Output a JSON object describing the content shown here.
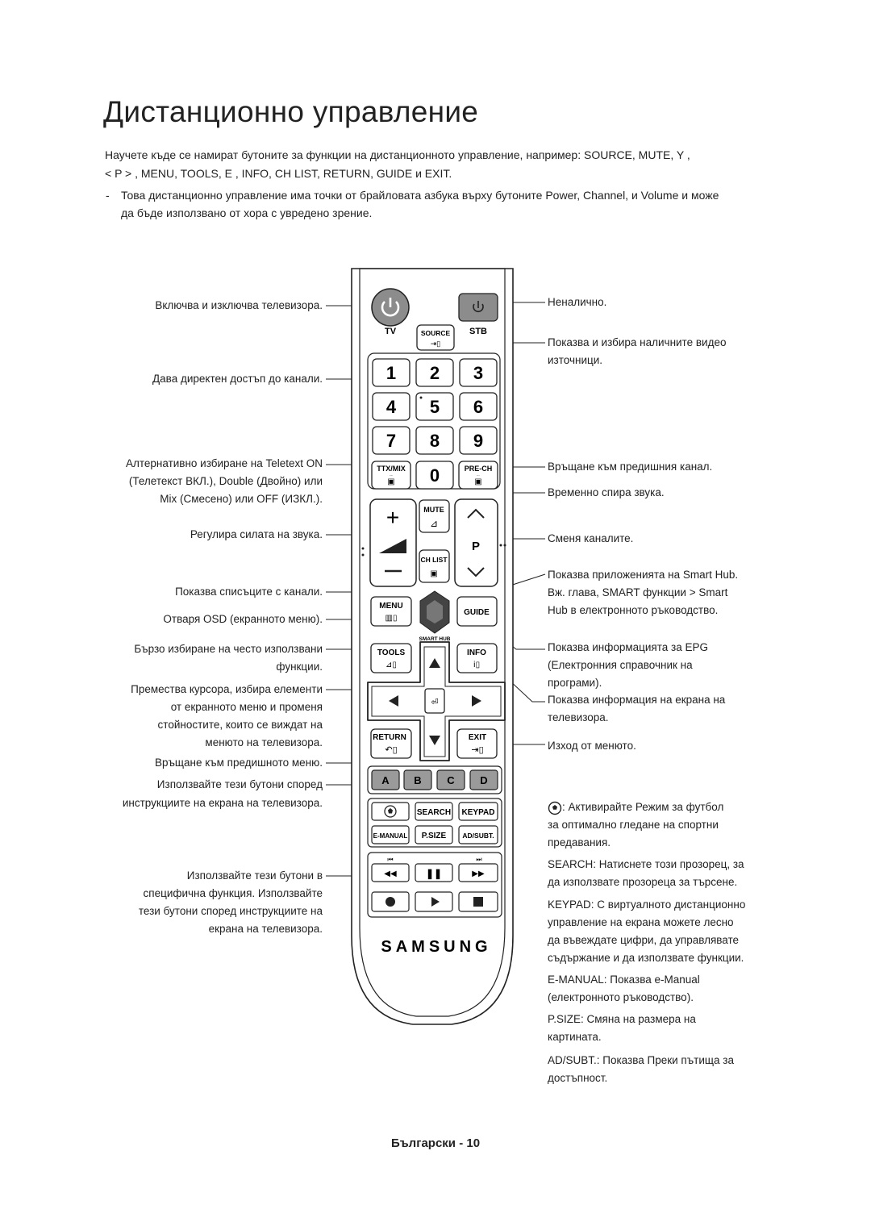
{
  "title": "Дистанционно управление",
  "intro": {
    "line1": "Научете къде се намират бутоните за функции на дистанционното управление, например: SOURCE, MUTE, Y          ,",
    "line2": "<   P  >   , MENU, TOOLS, E    , INFO, CH LIST, RETURN, GUIDE и EXIT."
  },
  "note": {
    "dash": "-",
    "line1": "Това дистанционно управление има точки от брайловата азбука върху бутоните Power, Channel, и Volume и може",
    "line2": "да бъде използвано от хора с увредено зрение."
  },
  "left_labels": {
    "power": "Включва и изключва телевизора.",
    "numbers": "Дава директен достъп до канали.",
    "ttx1": "Алтернативно избиране на Teletext ON",
    "ttx2": "(Телетекст ВКЛ.), Double (Двойно) или",
    "ttx3": "Mix (Смесено) или OFF (ИЗКЛ.).",
    "volume": "Регулира силата на звука.",
    "chlist": "Показва списъците с канали.",
    "menu": "Отваря OSD (екранното меню).",
    "tools1": "Бързо избиране на често използвани",
    "tools2": "функции.",
    "nav1": "Премества курсора, избира елементи",
    "nav2": "от екранното меню и променя",
    "nav3": "стойностите, които се виждат на",
    "nav4": "менюто на телевизора.",
    "return": "Връщане към предишното меню.",
    "color1": "Използвайте тези бутони според",
    "color2": "инструкциите на екрана на телевизора.",
    "media1": "Използвайте тези бутони в",
    "media2": "специфична функция. Използвайте",
    "media3": "тези бутони според инструкциите на",
    "media4": "екрана на телевизора."
  },
  "right_labels": {
    "stb": "Неналично.",
    "source1": "Показва и избира наличните видео",
    "source2": "източници.",
    "prech": "Връщане към предишния канал.",
    "mute": "Временно спира звука.",
    "channel": "Сменя каналите.",
    "smarthub1": "Показва приложенията на Smart Hub.",
    "smarthub2": "Вж. глава, SMART функции > Smart",
    "smarthub3": "Hub в електронното ръководство.",
    "guide1": "Показва информацията за EPG",
    "guide2": "(Електронния справочник на",
    "guide3": "програми).",
    "info1": "Показва информация на екрана на",
    "info2": "телевизора.",
    "exit": "Изход от менюто.",
    "football1": ": Активирайте Режим за футбол",
    "football2": "за оптимално гледане на спортни",
    "football3": "предавания.",
    "search1": "SEARCH: Натиснете този прозорец, за",
    "search2": "да използвате прозореца за търсене.",
    "keypad1": "KEYPAD: С виртуалното дистанционно",
    "keypad2": "управление на екрана можете лесно",
    "keypad3": "да въвеждате цифри, да управлявате",
    "keypad4": "съдържание и да използвате функции.",
    "emanual1": "E-MANUAL: Показва e-Manual",
    "emanual2": "(електронното ръководство).",
    "psize1": "P.SIZE: Смяна на размера на",
    "psize2": "картината.",
    "adsubt1": "AD/SUBT.: Показва Преки пътища за",
    "adsubt2": "достъпност."
  },
  "remote": {
    "tv": "TV",
    "source": "SOURCE",
    "stb": "STB",
    "digits": [
      "1",
      "2",
      "3",
      "4",
      "5",
      "6",
      "7",
      "8",
      "9",
      "0"
    ],
    "ttx": "TTX/MIX",
    "prech": "PRE-CH",
    "mute": "MUTE",
    "p": "P",
    "chlist": "CH LIST",
    "menu": "MENU",
    "guide": "GUIDE",
    "smarthub": "SMART HUB",
    "tools": "TOOLS",
    "info": "INFO",
    "return": "RETURN",
    "exit": "EXIT",
    "colors": [
      "A",
      "B",
      "C",
      "D"
    ],
    "search": "SEARCH",
    "keypad": "KEYPAD",
    "emanual": "E-MANUAL",
    "psize": "P.SIZE",
    "adsubt": "AD/SUBT.",
    "brand": "SAMSUNG"
  },
  "footer": "Български - 10",
  "colors": {
    "color_button": "#9a9a9a",
    "stb_button": "#8c8c8c",
    "tv_power": "#8c8c8c"
  }
}
